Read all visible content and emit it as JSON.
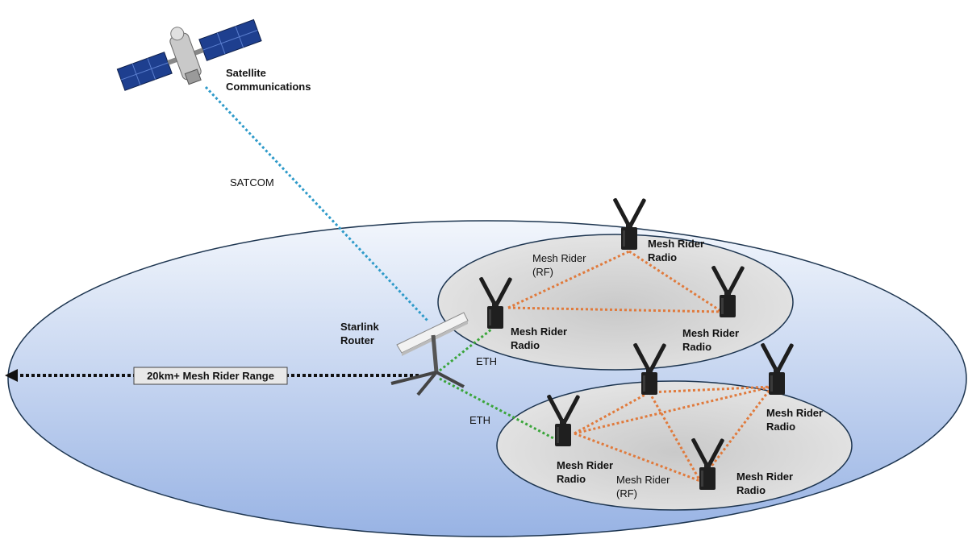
{
  "labels": {
    "satellite": [
      "Satellite",
      "Communications"
    ],
    "satcom": "SATCOM",
    "starlink": [
      "Starlink",
      "Router"
    ],
    "range": "20km+ Mesh Rider Range",
    "eth_top": "ETH",
    "eth_bottom": "ETH",
    "mesh_rf_top": [
      "Mesh Rider",
      "(RF)"
    ],
    "mesh_rf_bottom": [
      "Mesh Rider",
      "(RF)"
    ],
    "radio": [
      "Mesh Rider",
      "Radio"
    ]
  },
  "colors": {
    "coverage_fill_top": "#eef3fb",
    "coverage_fill_bottom": "#9fb8e6",
    "cluster_fill": "#d9d9d9",
    "satcom_link": "#2e9ac9",
    "eth_link": "#3aa53a",
    "rf_link": "#e07a3c",
    "range_arrow": "#111111"
  }
}
